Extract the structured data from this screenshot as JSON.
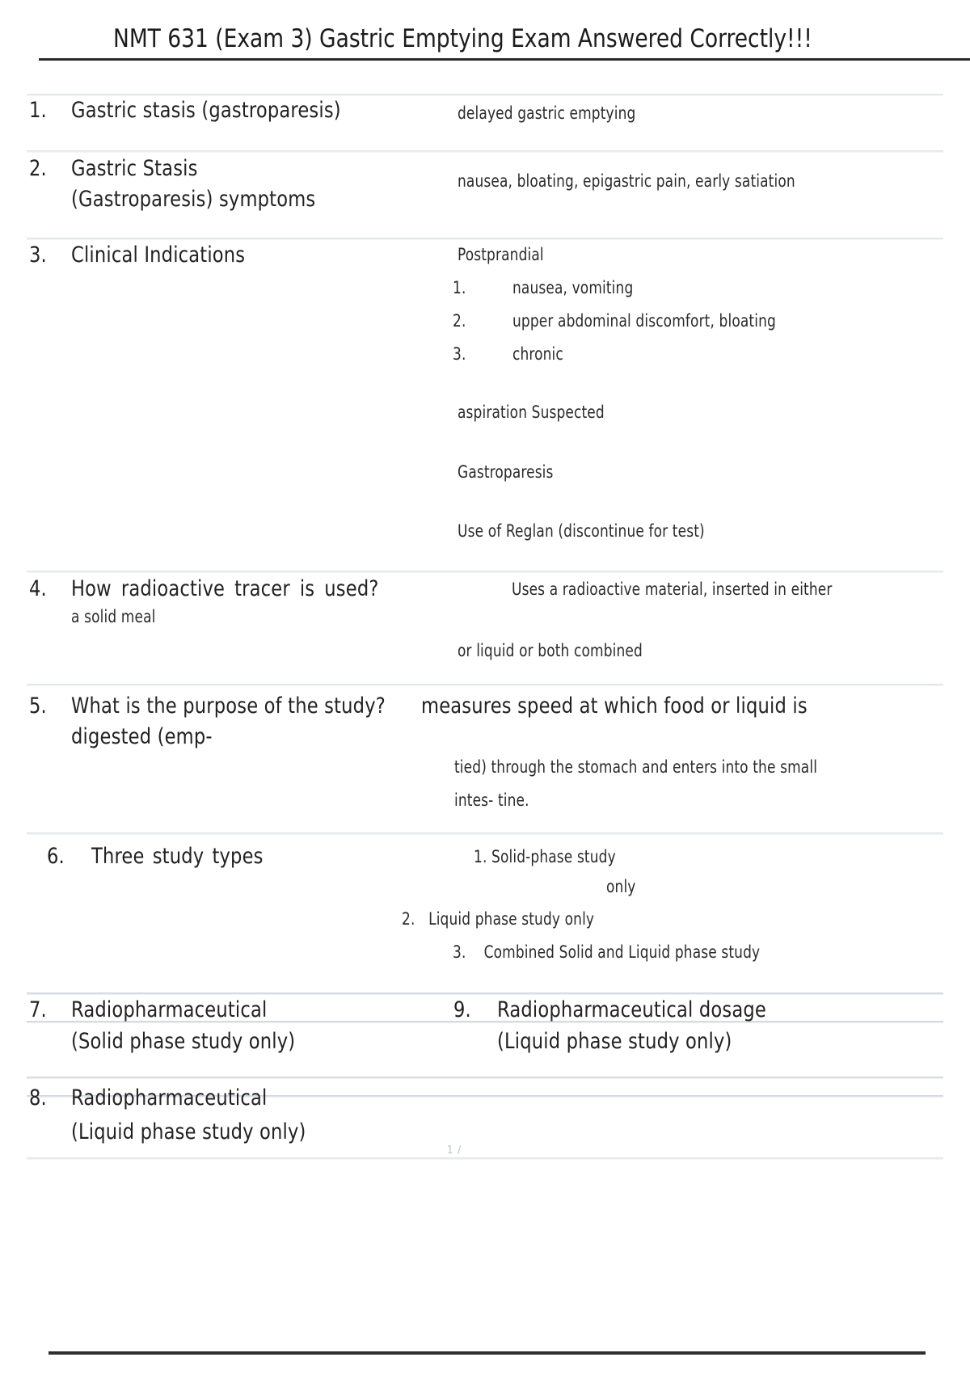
{
  "document": {
    "title": "NMT 631 (Exam 3) Gastric Emptying Exam Answered Correctly!!!",
    "page_marker": "1 /"
  },
  "rows": [
    {
      "number": "1.",
      "question": "Gastric stasis (gastroparesis)",
      "answer_lines": [
        "delayed gastric emptying"
      ]
    },
    {
      "number": "2.",
      "question_lines": [
        "Gastric Stasis",
        "(Gastroparesis) symptoms"
      ],
      "answer_lines": [
        "nausea, bloating, epigastric pain, early satiation"
      ]
    },
    {
      "number": "3.",
      "question": "Clinical Indications",
      "answer_heading": "Postprandial",
      "answer_list": [
        {
          "n": "1.",
          "text": "nausea, vomiting"
        },
        {
          "n": "2.",
          "text": "upper abdominal discomfort, bloating"
        },
        {
          "n": "3.",
          "text": "chronic"
        }
      ],
      "answer_extra": [
        "aspiration Suspected",
        "Gastroparesis",
        "Use of Reglan (discontinue for test)"
      ]
    },
    {
      "number": "4.",
      "question": "How radioactive tracer is used?",
      "answer_lead": "Uses a radioactive material, inserted in either",
      "question_cont": "a solid meal",
      "answer_cont": "or liquid or both combined"
    },
    {
      "number": "5.",
      "question": "What is the purpose of the study?",
      "answer_lead": "measures speed at which food or liquid is",
      "question_cont": "digested (emp-",
      "answer_cont_lines": [
        "tied) through the stomach and enters into the small",
        "intes- tine."
      ]
    },
    {
      "number": "6.",
      "question": "Three study types",
      "answer_list_lines": [
        "1. Solid-phase study",
        "only",
        "2.   Liquid phase study only",
        "3.    Combined Solid and Liquid phase study"
      ],
      "answer_items": [
        {
          "n": "1.",
          "text": "Solid-phase study only"
        },
        {
          "n": "2.",
          "text": "Liquid phase study only"
        },
        {
          "n": "3.",
          "text": "Combined Solid and Liquid phase study"
        }
      ]
    },
    {
      "number": "7.",
      "question_lines": [
        "Radiopharmaceutical",
        "(Solid phase study only)"
      ]
    },
    {
      "number": "9.",
      "question_lines": [
        "Radiopharmaceutical dosage",
        "(Liquid phase study only)"
      ]
    },
    {
      "number": "8.",
      "question_lines": [
        "Radiopharmaceutical",
        "(Liquid phase study only)"
      ]
    }
  ],
  "colors": {
    "text": "#222222",
    "rule": "#2a2a2a",
    "separator": "#d9dde4",
    "page_marker": "#b9bfc7"
  }
}
